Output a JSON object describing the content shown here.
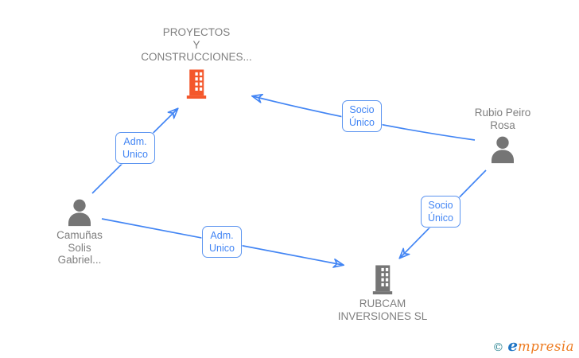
{
  "diagram": {
    "nodes": {
      "proyectos": {
        "lines": [
          "PROYECTOS",
          "Y",
          "CONSTRUCCIONES..."
        ],
        "type": "company",
        "icon": "building-icon",
        "icon_color": "#f4572b"
      },
      "rubio": {
        "lines": [
          "Rubio Peiro",
          "Rosa"
        ],
        "type": "person",
        "icon": "person-icon",
        "icon_color": "#757575"
      },
      "camunas": {
        "lines": [
          "Camuñas",
          "Solis",
          "Gabriel..."
        ],
        "type": "person",
        "icon": "person-icon",
        "icon_color": "#757575"
      },
      "rubcam": {
        "lines": [
          "RUBCAM",
          "INVERSIONES SL"
        ],
        "type": "company",
        "icon": "building-icon",
        "icon_color": "#757575"
      }
    },
    "edges": [
      {
        "from": "camunas",
        "to": "proyectos",
        "label_lines": [
          "Adm.",
          "Unico"
        ]
      },
      {
        "from": "rubio",
        "to": "proyectos",
        "label_lines": [
          "Socio",
          "Único"
        ]
      },
      {
        "from": "camunas",
        "to": "rubcam",
        "label_lines": [
          "Adm.",
          "Unico"
        ]
      },
      {
        "from": "rubio",
        "to": "rubcam",
        "label_lines": [
          "Socio",
          "Único"
        ]
      }
    ],
    "colors": {
      "edge_blue": "#4285f4",
      "node_text_gray": "#7f7f7f",
      "company_orange": "#f4572b",
      "entity_gray": "#757575"
    }
  },
  "footer": {
    "copyright_symbol": "©",
    "brand_first_letter": "e",
    "brand_rest": "mpresia"
  }
}
